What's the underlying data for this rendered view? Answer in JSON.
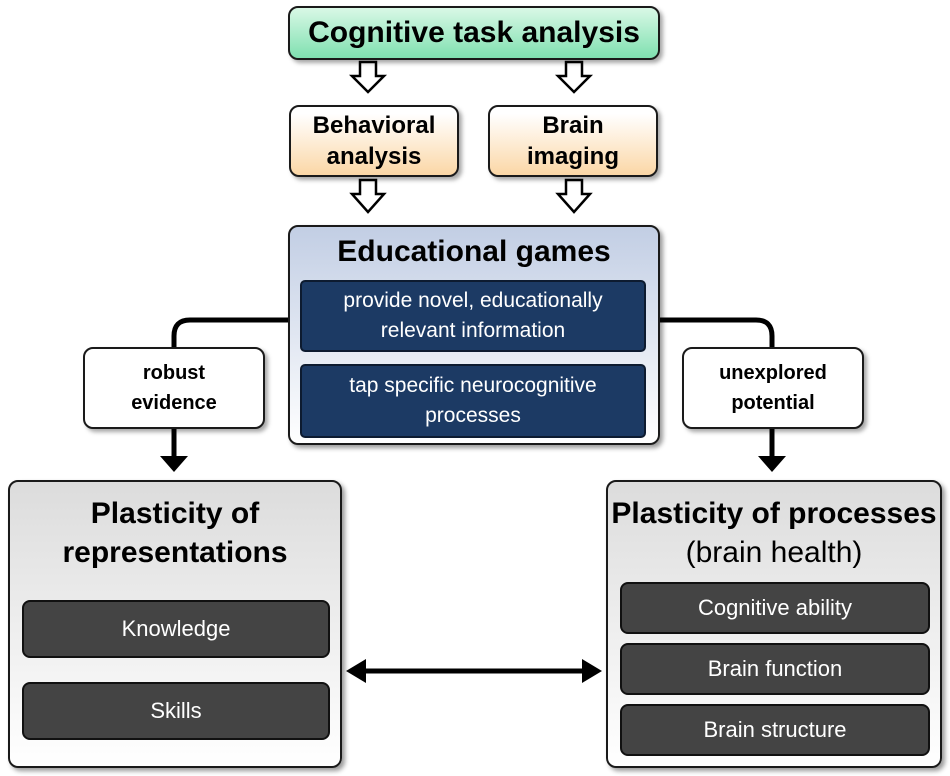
{
  "top": {
    "title": "Cognitive task analysis"
  },
  "methods": [
    {
      "line1": "Behavioral",
      "line2": "analysis"
    },
    {
      "line1": "Brain",
      "line2": "imaging"
    }
  ],
  "center": {
    "title": "Educational games",
    "items": [
      {
        "line1": "provide novel, educationally",
        "line2": "relevant information"
      },
      {
        "line1": "tap specific neurocognitive",
        "line2": "processes"
      }
    ]
  },
  "links": {
    "left": {
      "line1": "robust",
      "line2": "evidence"
    },
    "right": {
      "line1": "unexplored",
      "line2": "potential"
    }
  },
  "left_panel": {
    "title_line1": "Plasticity of",
    "title_line2": "representations",
    "items": [
      "Knowledge",
      "Skills"
    ]
  },
  "right_panel": {
    "title_line1": "Plasticity of processes",
    "title_line2": "(brain health)",
    "items": [
      "Cognitive ability",
      "Brain function",
      "Brain structure"
    ]
  }
}
